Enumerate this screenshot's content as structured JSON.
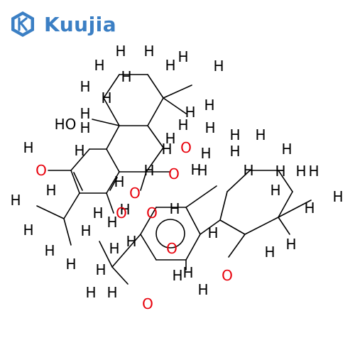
{
  "watermark": {
    "brand_text": "Kuujia",
    "icon": "k-hexagon-logo-icon",
    "color": "#3b7fc4"
  },
  "colors": {
    "carbon_bond": "#000000",
    "hydrogen": "#000000",
    "oxygen": "#e8000b"
  },
  "atom_labels": [
    "H",
    "H",
    "H",
    "H",
    "H",
    "H",
    "H",
    "H",
    "H",
    "H",
    "H",
    "H",
    "H",
    "H",
    "H",
    "H",
    "H",
    "H",
    "H",
    "HO",
    "H",
    "H",
    "H",
    "O",
    "O",
    "H",
    "O",
    "O",
    "H",
    "H",
    "H",
    "H",
    "H",
    "H",
    "H",
    "H",
    "H",
    "H",
    "H",
    "H",
    "H",
    "H",
    "H",
    "H",
    "H",
    "H",
    "H",
    "H",
    "H",
    "H",
    "O",
    "H",
    "O",
    "H",
    "H",
    "H",
    "O",
    "O",
    "H",
    "O",
    "H",
    "H",
    "H",
    "H",
    "H",
    "H"
  ]
}
